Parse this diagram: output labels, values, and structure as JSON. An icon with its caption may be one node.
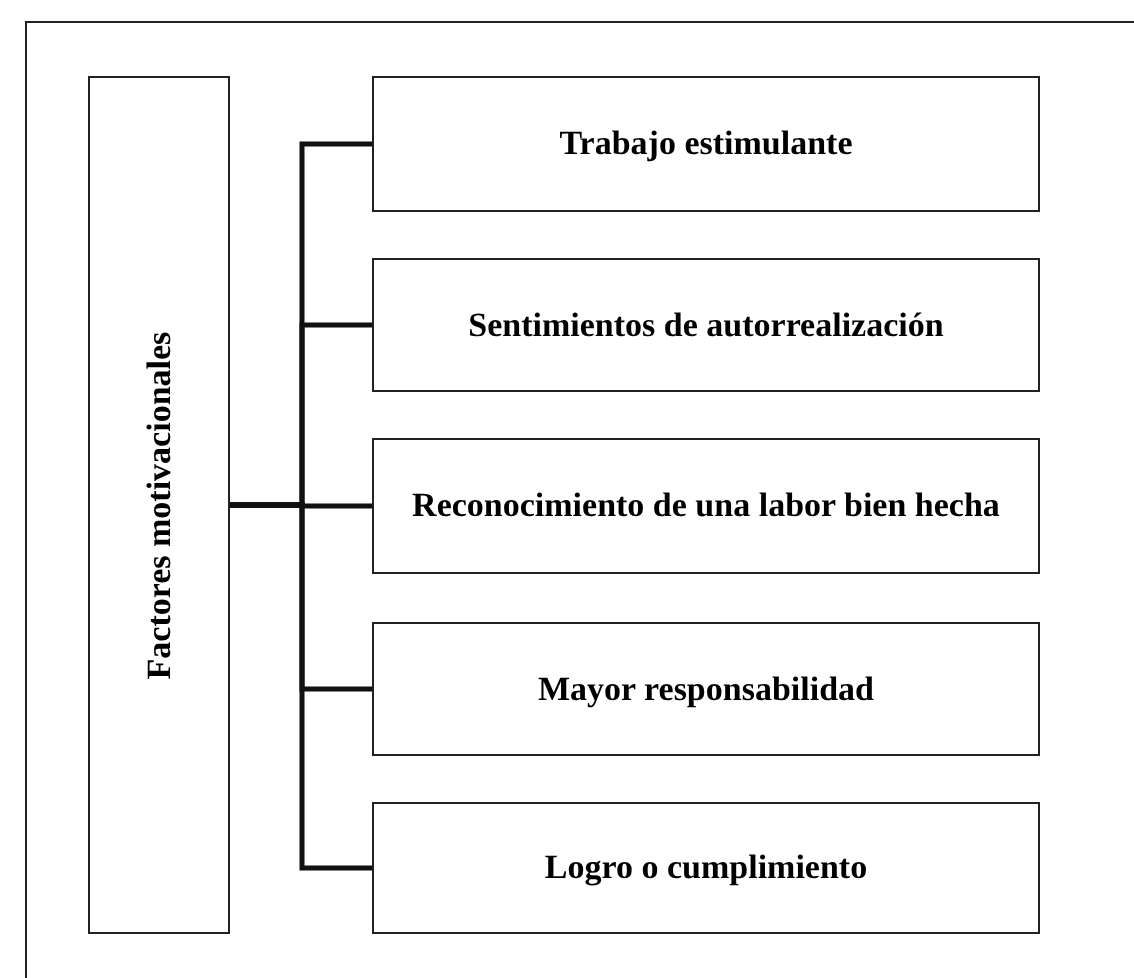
{
  "diagram": {
    "nodes": [
      {
        "text": [
          "Factores motivacionales"
        ]
      },
      {
        "text": [
          "Trabajo estimulante"
        ]
      },
      {
        "text": [
          "Sentimientos de autorrealización"
        ]
      },
      {
        "text": [
          "Reconocimiento de una labor bien hecha"
        ]
      },
      {
        "text": [
          "Mayor responsabilidad"
        ]
      },
      {
        "text": [
          "Logro o cumplimiento"
        ]
      }
    ],
    "edges": [
      {
        "from": 0,
        "to": 1,
        "arrow": "none"
      },
      {
        "from": 0,
        "to": 2,
        "arrow": "none"
      },
      {
        "from": 0,
        "to": 3,
        "arrow": "none"
      },
      {
        "from": 0,
        "to": 4,
        "arrow": "none"
      },
      {
        "from": 0,
        "to": 5,
        "arrow": "none"
      }
    ]
  }
}
